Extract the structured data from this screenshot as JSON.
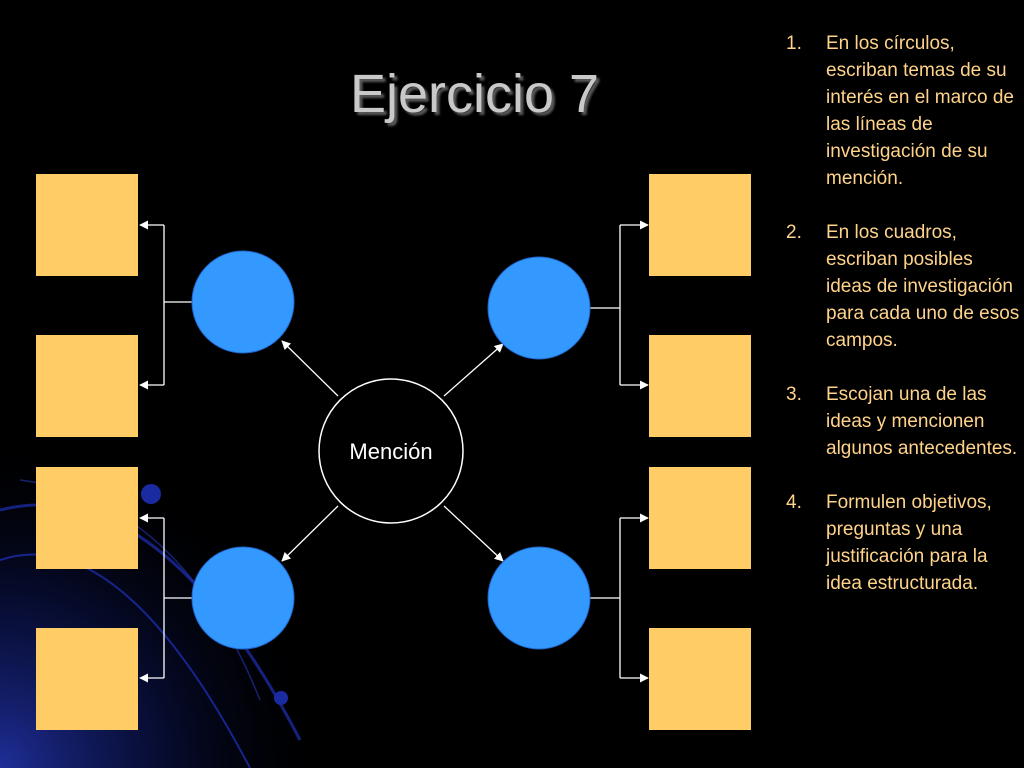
{
  "slide": {
    "title": "Ejercicio 7",
    "center_label": "Mención",
    "steps": [
      {
        "num": "1.",
        "text": "En los círculos, escriban temas de su interés en el marco de las líneas de investigación de su mención."
      },
      {
        "num": "2.",
        "text": "En los cuadros, escriban posibles ideas de investigación para cada uno de esos campos."
      },
      {
        "num": "3.",
        "text": "Escojan una de las ideas y mencionen algunos antecedentes."
      },
      {
        "num": "4.",
        "text": "Formulen objetivos, preguntas y una justificación para la idea estructurada."
      }
    ]
  },
  "colors": {
    "background": "#000000",
    "title": "#c9c9c9",
    "instruction_text": "#ffd38a",
    "box_fill": "#ffcc66",
    "circle_fill": "#3399ff",
    "center_circle_fill": "#000000",
    "connector": "#ffffff",
    "decor_swoosh": "#1a2aa0"
  }
}
